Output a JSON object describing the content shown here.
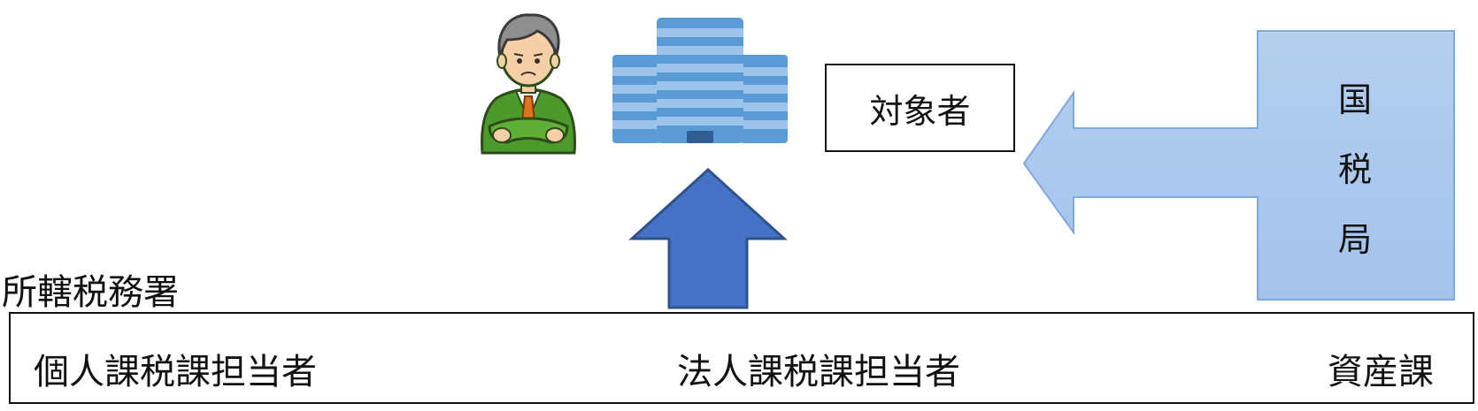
{
  "target": {
    "label": "対象者"
  },
  "national_tax_agency": {
    "chars": [
      "国",
      "税",
      "局"
    ]
  },
  "tax_office": {
    "label": "所轄税務署",
    "staff": [
      "個人課税課担当者",
      "法人課税課担当者",
      "資産課"
    ]
  },
  "icons": {
    "person": "businessman-arms-crossed-icon",
    "company": "office-building-icon"
  },
  "colors": {
    "up_arrow": "#4472C4",
    "nta_arrow_fill_top": "#B4CFEF",
    "nta_arrow_fill_bottom": "#A3C3EC",
    "nta_arrow_border": "#7FA8DE",
    "building_blue": "#5B9BD5"
  }
}
